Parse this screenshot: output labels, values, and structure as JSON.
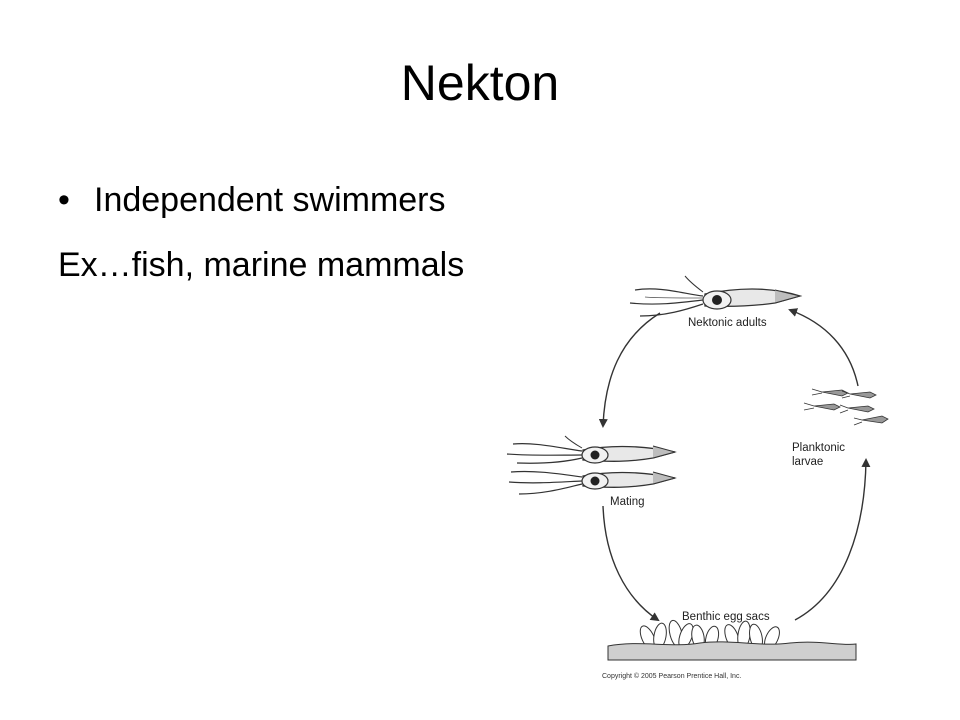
{
  "slide": {
    "title": "Nekton",
    "bullet": "Independent swimmers",
    "bullet_marker": "•",
    "example": "Ex…fish, marine mammals"
  },
  "figure": {
    "labels": {
      "adults": "Nektonic adults",
      "larvae_line1": "Planktonic",
      "larvae_line2": "larvae",
      "mating": "Mating",
      "eggs": "Benthic egg sacs"
    },
    "copyright": "Copyright © 2005 Pearson Prentice Hall, Inc."
  }
}
